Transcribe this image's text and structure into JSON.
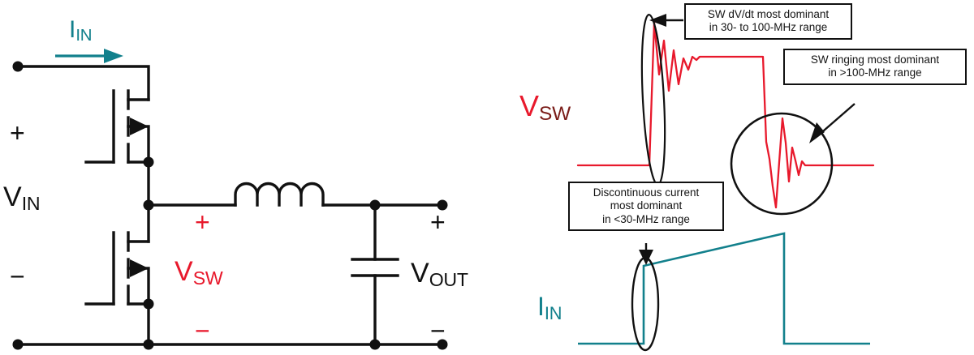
{
  "figure": {
    "title": "Buck converter schematic with VSW and IIN switching waveforms",
    "colors": {
      "wire": "#111111",
      "red": "#e8192c",
      "teal": "#12808c",
      "callout_border": "#111111",
      "background": "#ffffff"
    }
  },
  "circuit": {
    "labels": {
      "i_in": "I",
      "i_in_sub": "IN",
      "v_in": "V",
      "v_in_sub": "IN",
      "v_sw": "V",
      "v_sw_sub": "SW",
      "v_out": "V",
      "v_out_sub": "OUT",
      "plus_in": "+",
      "minus_in": "−",
      "plus_sw": "+",
      "minus_sw": "−",
      "plus_out": "+",
      "minus_out": "−"
    },
    "components": [
      {
        "name": "high-side-mosfet",
        "type": "n-channel MOSFET with body diode"
      },
      {
        "name": "low-side-mosfet",
        "type": "n-channel MOSFET with body diode"
      },
      {
        "name": "output-inductor",
        "type": "inductor",
        "turns": 4
      },
      {
        "name": "output-capacitor",
        "type": "capacitor"
      }
    ]
  },
  "waveforms": {
    "vsw_label": "V",
    "vsw_label_sub": "SW",
    "iin_label": "I",
    "iin_label_sub": "IN",
    "callouts": [
      {
        "id": "sw-dvdt",
        "line1": "SW dV/dt most dominant",
        "line2": "in 30- to 100-MHz range"
      },
      {
        "id": "sw-ringing",
        "line1": "SW ringing most dominant",
        "line2": "in >100-MHz range"
      },
      {
        "id": "discontinuous-current",
        "line1": "Discontinuous current",
        "line2": "most dominant",
        "line3": "in <30-MHz range"
      }
    ],
    "annotations": [
      {
        "name": "rising-edge-highlight",
        "shape": "ellipse"
      },
      {
        "name": "falling-edge-highlight",
        "shape": "circle"
      },
      {
        "name": "current-edge-highlight",
        "shape": "ellipse"
      }
    ]
  },
  "chart_data": {
    "type": "line",
    "title": "VSW and IIN switching waveforms",
    "xlabel": "",
    "ylabel": "",
    "grid": false,
    "legend": "none",
    "series": [
      {
        "name": "VSW",
        "color": "#e8192c",
        "description": "Switch-node voltage: low level, fast rising edge with overshoot ringing, flat high level, fast falling edge with undershoot ringing, returns to low level",
        "points": [
          [
            712,
            204
          ],
          [
            800,
            204
          ],
          [
            806,
            28
          ],
          [
            812,
            92
          ],
          [
            818,
            50
          ],
          [
            824,
            112
          ],
          [
            830,
            62
          ],
          [
            836,
            104
          ],
          [
            842,
            72
          ],
          [
            848,
            86
          ],
          [
            854,
            70
          ],
          [
            858,
            72
          ],
          [
            862,
            70
          ],
          [
            940,
            70
          ],
          [
            944,
            175
          ],
          [
            948,
            195
          ],
          [
            952,
            228
          ],
          [
            956,
            255
          ],
          [
            960,
            200
          ],
          [
            964,
            145
          ],
          [
            968,
            175
          ],
          [
            972,
            222
          ],
          [
            976,
            180
          ],
          [
            980,
            196
          ],
          [
            984,
            215
          ],
          [
            988,
            198
          ],
          [
            992,
            204
          ],
          [
            1076,
            204
          ]
        ]
      },
      {
        "name": "IIN",
        "color": "#12808c",
        "description": "Input current: zero level, abrupt step up, linear ramp up, abrupt step down to zero",
        "points": [
          [
            712,
            424
          ],
          [
            793,
            424
          ],
          [
            793,
            328
          ],
          [
            966,
            288
          ],
          [
            966,
            424
          ],
          [
            1072,
            424
          ]
        ]
      }
    ],
    "ylim": [
      0,
      438
    ],
    "xlim": [
      600,
      1200
    ]
  }
}
